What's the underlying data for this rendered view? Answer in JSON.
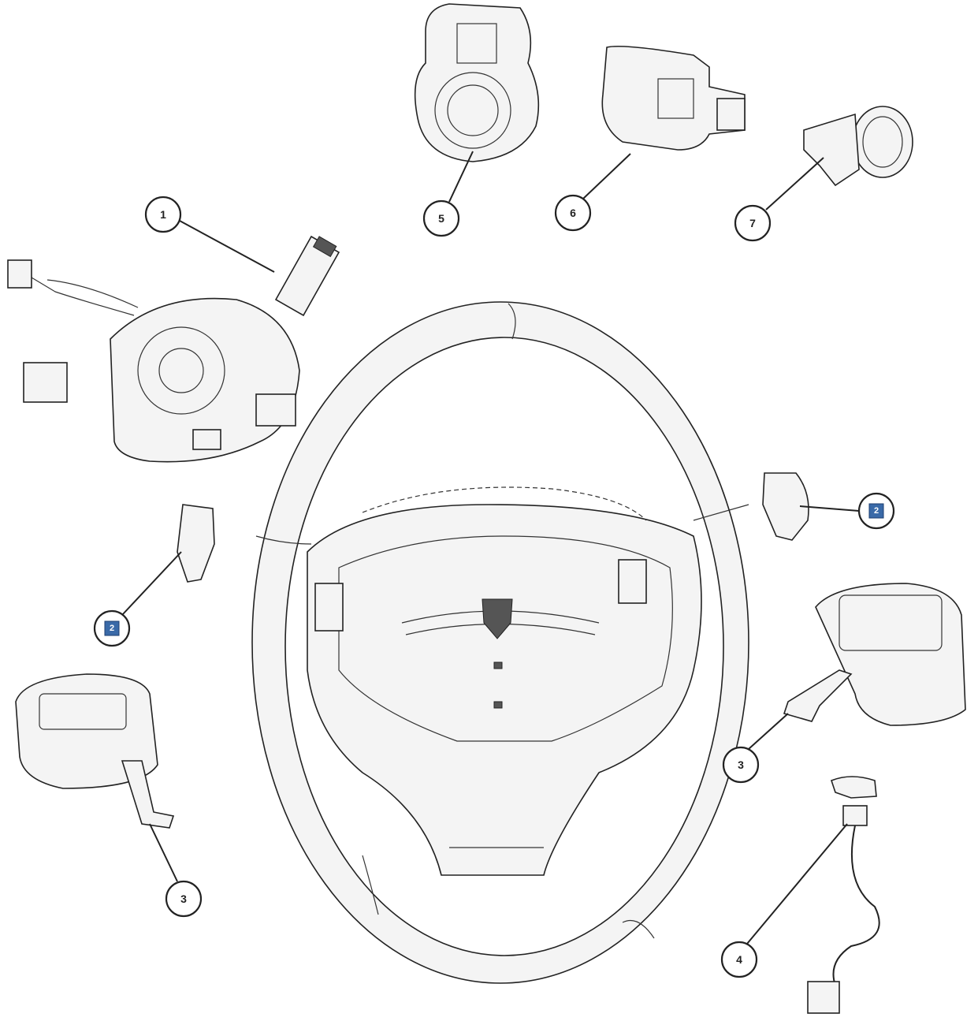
{
  "diagram": {
    "title": "Steering wheel and column switch components",
    "callouts": [
      {
        "id": "c1",
        "label": "1",
        "style": "circle",
        "part": "multifunction-switch-clockspring"
      },
      {
        "id": "c5",
        "label": "5",
        "style": "circle",
        "part": "clockspring"
      },
      {
        "id": "c6",
        "label": "6",
        "style": "circle",
        "part": "ignition-switch-module"
      },
      {
        "id": "c7",
        "label": "7",
        "style": "circle",
        "part": "key-cylinder-ring"
      },
      {
        "id": "c2r",
        "label": "2",
        "style": "boxed",
        "part": "right-trim-switch"
      },
      {
        "id": "c2l",
        "label": "2",
        "style": "boxed",
        "part": "left-trim-switch"
      },
      {
        "id": "c3l",
        "label": "3",
        "style": "circle",
        "part": "left-steering-wheel-switch"
      },
      {
        "id": "c3r",
        "label": "3",
        "style": "circle",
        "part": "right-steering-wheel-switch"
      },
      {
        "id": "c4",
        "label": "4",
        "style": "circle",
        "part": "wire-harness"
      }
    ],
    "colors": {
      "line": "#222222",
      "box_label": "#3a6aa8"
    }
  }
}
